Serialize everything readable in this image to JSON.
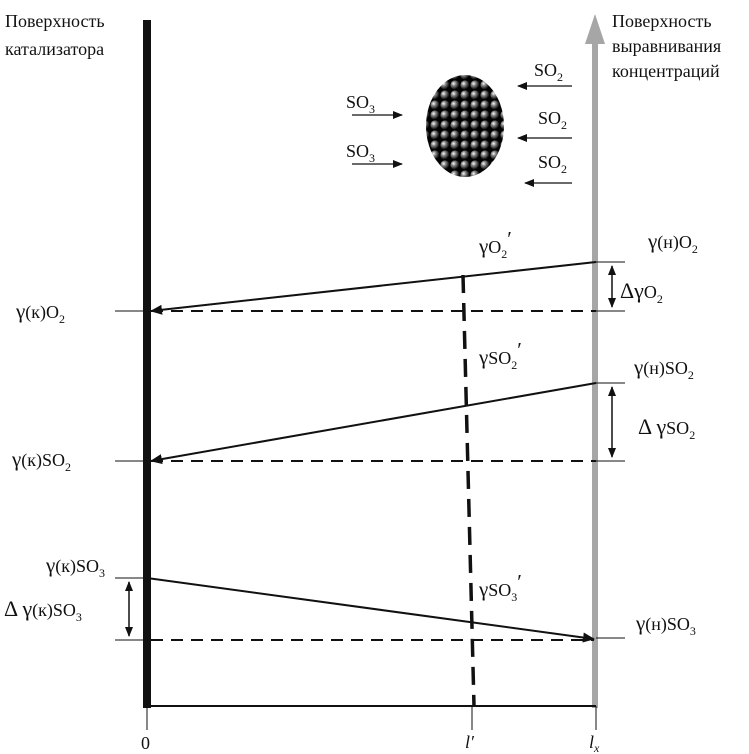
{
  "top_left_label": [
    "Поверхность",
    "катализатора"
  ],
  "top_right_label": [
    "Поверхность",
    "выравнивания",
    "концентраций"
  ],
  "flows": {
    "so3": {
      "base": "SO",
      "sub": "3"
    },
    "so2": {
      "base": "SO",
      "sub": "2"
    }
  },
  "gamma": "γ",
  "delta": "Δ",
  "prime": "′",
  "labels": {
    "k_o2": {
      "idx": "(к)O",
      "sub": "2"
    },
    "n_o2": {
      "idx": "(н)O",
      "sub": "2"
    },
    "o2_prime": {
      "idx": "O",
      "sub": "2"
    },
    "delta_o2": {
      "idx": "O",
      "sub": "2"
    },
    "k_so2": {
      "idx": "(к)SO",
      "sub": "2"
    },
    "n_so2": {
      "idx": "(н)SO",
      "sub": "2"
    },
    "so2_prime": {
      "idx": "SO",
      "sub": "2"
    },
    "delta_so2": {
      "idx": "SO",
      "sub": "2"
    },
    "k_so3": {
      "idx": "(к)SO",
      "sub": "3"
    },
    "n_so3": {
      "idx": "(н)SO",
      "sub": "3"
    },
    "so3_prime": {
      "idx": "SO",
      "sub": "3"
    },
    "delta_k_so3": {
      "idx": "(к)SO",
      "sub": "3"
    }
  },
  "axis": {
    "origin": "0",
    "l_prime": "l",
    "l_x": "l",
    "l_x_sub": "x"
  },
  "colors": {
    "catalyst_wall": "#111111",
    "equalization_wall": "#a6a6a6",
    "ink": "#111111"
  }
}
